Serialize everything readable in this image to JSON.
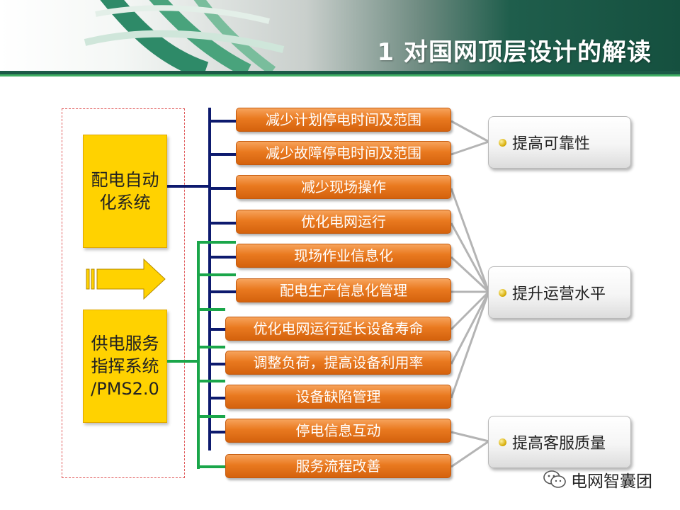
{
  "slide": {
    "title": "1 对国网顶层设计的解读"
  },
  "sources": [
    {
      "label": "配电自动\n化系统"
    },
    {
      "label": "供电服务\n指挥系统\n/PMS2.0"
    }
  ],
  "items": [
    "减少计划停电时间及范围",
    "减少故障停电时间及范围",
    "减少现场操作",
    "优化电网运行",
    "现场作业信息化",
    "配电生产信息化管理",
    "优化电网运行延长设备寿命",
    "调整负荷，提高设备利用率",
    "设备缺陷管理",
    "停电信息互动",
    "服务流程改善"
  ],
  "outcomes": [
    {
      "label": "提高可靠性"
    },
    {
      "label": "提升运营水平"
    },
    {
      "label": "提高客服质量"
    }
  ],
  "watermark": {
    "text": "电网智囊团",
    "icon": "wechat-icon"
  },
  "colors": {
    "header_dark": "#1c5a47",
    "header_green": "#3fae63",
    "source_fill": "#ffd200",
    "item_fill": "#e9791f",
    "navy_connector": "#0d1a6e",
    "green_connector": "#1aa64a",
    "grey_connector": "#b4b4b4",
    "dashed_border": "#e05a5a"
  }
}
